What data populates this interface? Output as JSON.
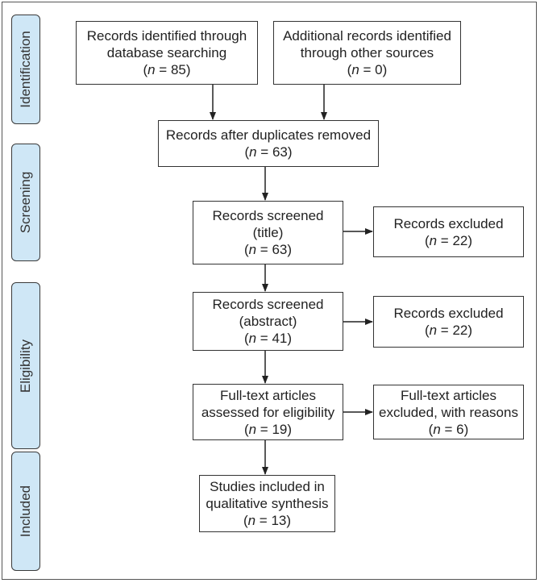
{
  "stages": [
    {
      "id": "identification",
      "label": "Identification"
    },
    {
      "id": "screening",
      "label": "Screening"
    },
    {
      "id": "eligibility",
      "label": "Eligibility"
    },
    {
      "id": "included",
      "label": "Included"
    }
  ],
  "boxes": {
    "database": {
      "lines": [
        "Records identified through",
        "database searching"
      ],
      "n": "85"
    },
    "other_sources": {
      "lines": [
        "Additional records identified",
        "through other sources"
      ],
      "n": "0"
    },
    "duplicates_removed": {
      "lines": [
        "Records after duplicates removed"
      ],
      "n": "63"
    },
    "screened_title": {
      "lines": [
        "Records screened",
        "(title)"
      ],
      "n": "63"
    },
    "excluded_title": {
      "lines": [
        "Records excluded"
      ],
      "n": "22"
    },
    "screened_abstract": {
      "lines": [
        "Records screened",
        "(abstract)"
      ],
      "n": "41"
    },
    "excluded_abstract": {
      "lines": [
        "Records excluded"
      ],
      "n": "22"
    },
    "fulltext_assessed": {
      "lines": [
        "Full-text articles",
        "assessed for eligibility"
      ],
      "n": "19"
    },
    "fulltext_excluded": {
      "lines": [
        "Full-text articles",
        "excluded, with reasons"
      ],
      "n": "6"
    },
    "included": {
      "lines": [
        "Studies included in",
        "qualitative synthesis"
      ],
      "n": "13"
    }
  },
  "n_prefix": "n",
  "n_equals": " = ",
  "colors": {
    "stage_fill": "#cfe7f6",
    "border": "#333333",
    "arrow": "#222222"
  }
}
